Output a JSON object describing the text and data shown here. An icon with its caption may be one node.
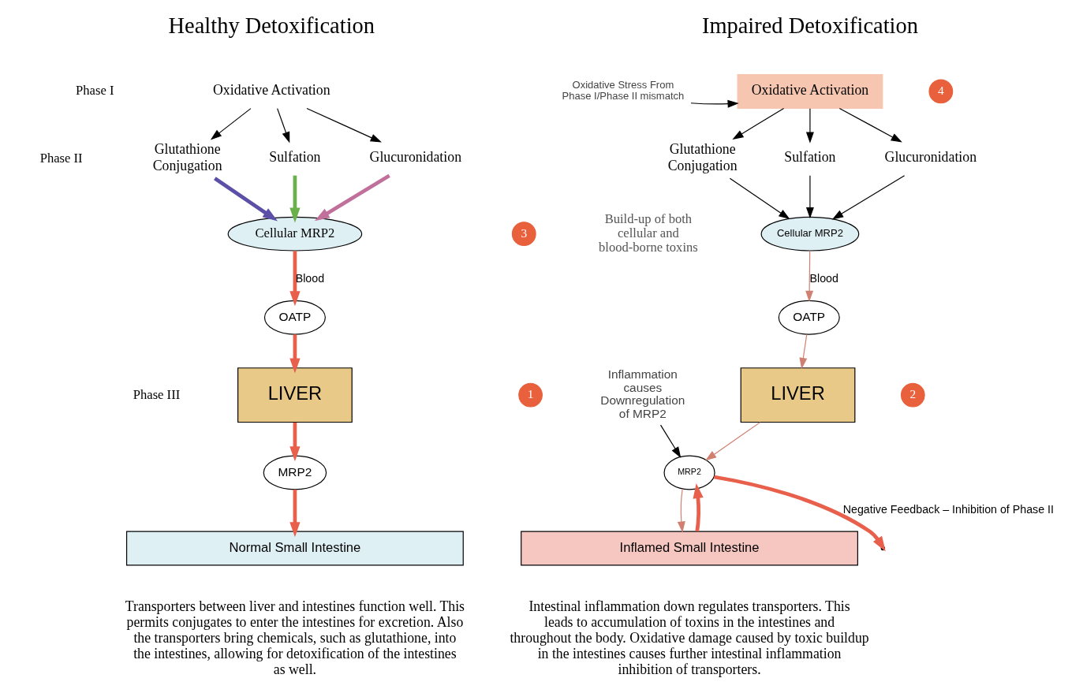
{
  "diagram": {
    "nodes": [
      {
        "text": [
          "Oxidative Activation"
        ]
      },
      {
        "text": [
          "Glutathione Conjugation"
        ]
      },
      {
        "text": [
          "Sulfation"
        ]
      },
      {
        "text": [
          "Glucuronidation"
        ]
      },
      {
        "text": [
          "Cellular MRP2"
        ]
      },
      {
        "text": [
          "OATP"
        ]
      },
      {
        "text": [
          "LIVER"
        ]
      },
      {
        "text": [
          "MRP2"
        ]
      },
      {
        "text": [
          "Normal Small Intestine"
        ]
      },
      {
        "text": [
          "Oxidative Activation"
        ]
      },
      {
        "text": [
          "Glutathione Conjugation"
        ]
      },
      {
        "text": [
          "Sulfation"
        ]
      },
      {
        "text": [
          "Glucuronidation"
        ]
      },
      {
        "text": [
          "Cellular MRP2"
        ]
      },
      {
        "text": [
          "OATP"
        ]
      },
      {
        "text": [
          "LIVER"
        ]
      },
      {
        "text": [
          "MRP2"
        ]
      },
      {
        "text": [
          "Inflamed Small Intestine"
        ]
      },
      {
        "text": [
          "Oxidative Stress From Phase I/Phase II mismatch"
        ]
      },
      {
        "text": [
          "Inflammation causes Downregulation of MRP2"
        ]
      },
      {
        "text": [
          "4"
        ]
      },
      {
        "text": [
          "3"
        ]
      },
      {
        "text": [
          "1"
        ]
      },
      {
        "text": [
          "2"
        ]
      }
    ],
    "edges": [
      {
        "from": 0,
        "to": 1,
        "arrow": "to"
      },
      {
        "from": 0,
        "to": 2,
        "arrow": "to"
      },
      {
        "from": 0,
        "to": 3,
        "arrow": "to"
      },
      {
        "from": 1,
        "to": 4,
        "arrow": "to",
        "style": "thick",
        "color": "#5b4fa8"
      },
      {
        "from": 2,
        "to": 4,
        "arrow": "to",
        "style": "thick",
        "color": "#6ab04c"
      },
      {
        "from": 3,
        "to": 4,
        "arrow": "to",
        "style": "thick",
        "color": "#c0709a"
      },
      {
        "from": 4,
        "to": 5,
        "arrow": "to",
        "label": "Blood",
        "style": "thick",
        "color": "#e8604c"
      },
      {
        "from": 5,
        "to": 6,
        "arrow": "to",
        "style": "thick",
        "color": "#e8604c"
      },
      {
        "from": 6,
        "to": 7,
        "arrow": "to",
        "style": "thick",
        "color": "#e8604c"
      },
      {
        "from": 7,
        "to": 8,
        "arrow": "to",
        "style": "thick",
        "color": "#e8604c"
      },
      {
        "from": 9,
        "to": 10,
        "arrow": "to"
      },
      {
        "from": 9,
        "to": 11,
        "arrow": "to"
      },
      {
        "from": 9,
        "to": 12,
        "arrow": "to"
      },
      {
        "from": 10,
        "to": 13,
        "arrow": "to"
      },
      {
        "from": 11,
        "to": 13,
        "arrow": "to"
      },
      {
        "from": 12,
        "to": 13,
        "arrow": "to"
      },
      {
        "from": 13,
        "to": 14,
        "arrow": "to",
        "label": "Blood",
        "color": "#d08070"
      },
      {
        "from": 14,
        "to": 15,
        "arrow": "to",
        "color": "#d08070"
      },
      {
        "from": 15,
        "to": 16,
        "arrow": "to",
        "color": "#d08070"
      },
      {
        "from": 16,
        "to": 17,
        "arrow": "to",
        "color": "#d08070"
      },
      {
        "from": 18,
        "to": 9,
        "arrow": "to"
      },
      {
        "from": 19,
        "to": 16,
        "arrow": "to"
      },
      {
        "from": 17,
        "to": 16,
        "arrow": "to",
        "style": "thick",
        "color": "#e8604c"
      },
      {
        "from": 16,
        "to": null,
        "arrow": "to",
        "label": "Negative Feedback – Inhibition of Phase II",
        "style": "thick",
        "color": "#e8604c"
      }
    ],
    "labels": [
      "Healthy Detoxification",
      "Impaired Detoxification",
      "Phase I",
      "Phase II",
      "Build-up of both cellular and blood-borne toxins",
      "Phase III",
      "Transporters between liver and intestines function well. This permits conjugates to enter the intestines for excretion. Also the transporters bring chemicals, such as glutathione, into the intestines, allowing for detoxification of the intestines as well.",
      "Intestinal inflammation down regulates transporters. This leads to accumulation of toxins in the intestines and throughout the body. Oxidative damage caused by toxic buildup in the intestines causes further intestinal inflammation inhibition of transporters."
    ]
  }
}
